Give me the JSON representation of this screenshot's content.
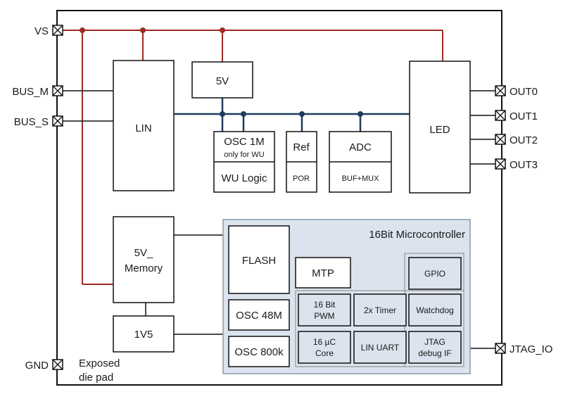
{
  "pins": {
    "vs": "VS",
    "bus_m": "BUS_M",
    "bus_s": "BUS_S",
    "gnd": "GND",
    "out0": "OUT0",
    "out1": "OUT1",
    "out2": "OUT2",
    "out3": "OUT3",
    "jtag_io": "JTAG_IO"
  },
  "exposed_pad": {
    "line1": "Exposed",
    "line2": "die pad"
  },
  "blocks": {
    "lin": "LIN",
    "reg_5v": "5V",
    "osc_1m": "OSC 1M",
    "osc_1m_note": "only for WU",
    "wu_logic": "WU Logic",
    "ref": "Ref",
    "por": "POR",
    "adc": "ADC",
    "buf_mux": "BUF+MUX",
    "led": "LED",
    "memory_line1": "5V_",
    "memory_line2": "Memory",
    "reg_1v5": "1V5"
  },
  "microcontroller": {
    "title": "16Bit Microcontroller",
    "flash": "FLASH",
    "osc_48m": "OSC 48M",
    "osc_800k": "OSC 800k",
    "mtp": "MTP",
    "gpio": "GPIO",
    "pwm_line1": "16 Bit",
    "pwm_line2": "PWM",
    "timer": "2x Timer",
    "watchdog": "Watchdog",
    "core_line1": "16 µC",
    "core_line2": "Core",
    "lin_uart": "LIN UART",
    "jtag_line1": "JTAG",
    "jtag_line2": "debug IF"
  },
  "colors": {
    "supply_line": "#9e2a22",
    "signal_bus": "#1f3b5c",
    "mcu_fill": "#dbe3ee",
    "mcu_border": "#8a9bb0"
  }
}
